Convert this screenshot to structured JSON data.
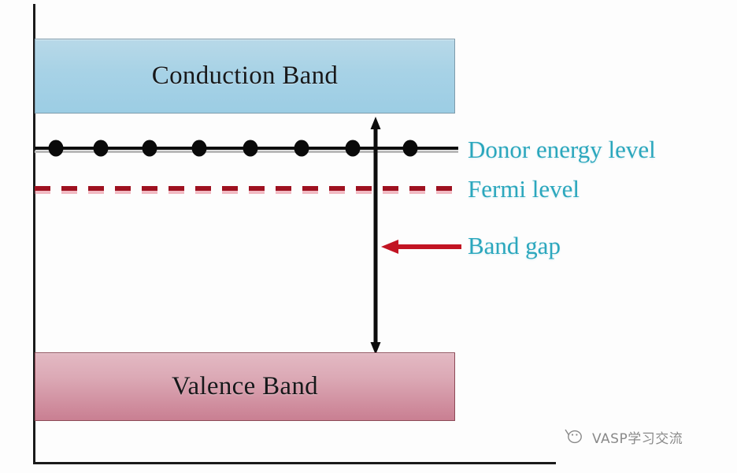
{
  "figure": {
    "type": "semiconductor-band-diagram",
    "bands": [
      {
        "key": "conduction",
        "label": "Conduction Band",
        "color": "#a7d2e6",
        "border": "#7e9bab"
      },
      {
        "key": "valence",
        "label": "Valence Band",
        "color": "#d49aa8",
        "border": "#8d4a57"
      }
    ],
    "levels": [
      {
        "key": "donor",
        "label": "Donor energy level",
        "style": "solid-with-dots",
        "color": "#0d0d0d",
        "dot_count": 8
      },
      {
        "key": "fermi",
        "label": "Fermi level",
        "style": "dashed",
        "color": "#9e1120"
      }
    ],
    "annotations": [
      {
        "key": "band-gap",
        "label": "Band gap",
        "arrow": "double-headed-vertical",
        "pointer": "left-arrow",
        "pointer_color": "#c21423",
        "arrow_color": "#0d0d0d"
      }
    ],
    "label_color": "#2ba7bd",
    "axes": {
      "y_axis": true,
      "x_axis": true,
      "color": "#1a1a1a"
    }
  },
  "chart_data": {
    "type": "diagram",
    "title": "",
    "categories": [
      "Conduction Band",
      "Donor energy level",
      "Fermi level",
      "Valence Band"
    ],
    "legend": [
      "Donor energy level",
      "Fermi level",
      "Band gap"
    ],
    "annotations": [
      "Band gap"
    ]
  },
  "watermark": {
    "text": "VASP学习交流",
    "icon": "wechat-icon"
  }
}
